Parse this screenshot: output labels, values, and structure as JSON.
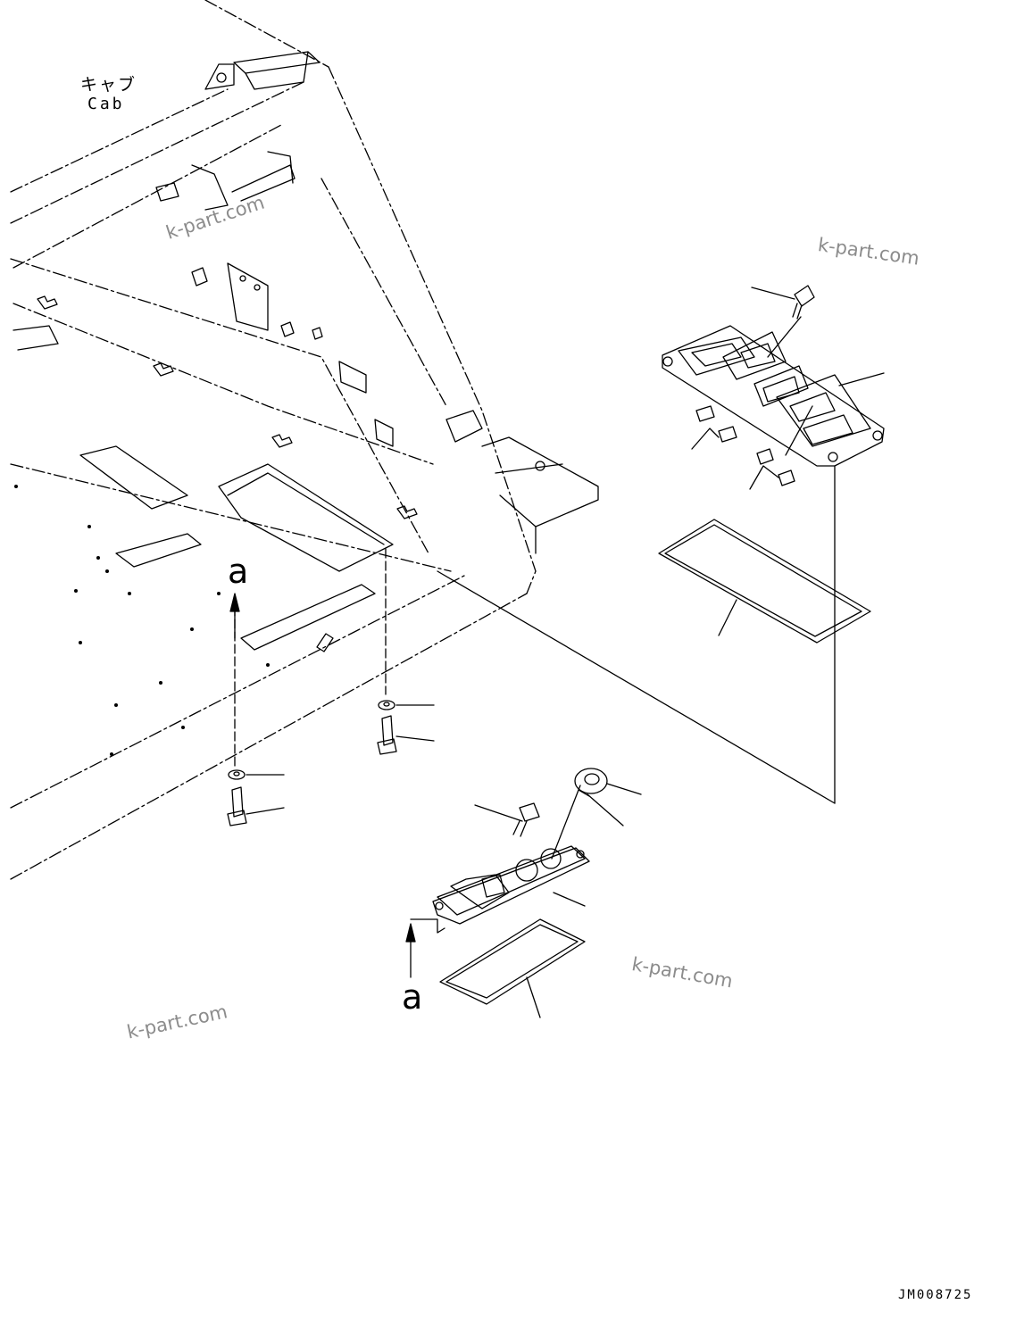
{
  "labels": {
    "cab_japanese": "キャブ",
    "cab_english": "Cab",
    "view_marker_top": "a",
    "view_marker_bottom": "a",
    "drawing_number": "JM008725"
  },
  "watermarks": [
    "k-part.com",
    "k-part.com",
    "k-part.com",
    "k-part.com"
  ],
  "colors": {
    "line": "#000000",
    "watermark": "#8c8c8c",
    "background": "#ffffff"
  }
}
